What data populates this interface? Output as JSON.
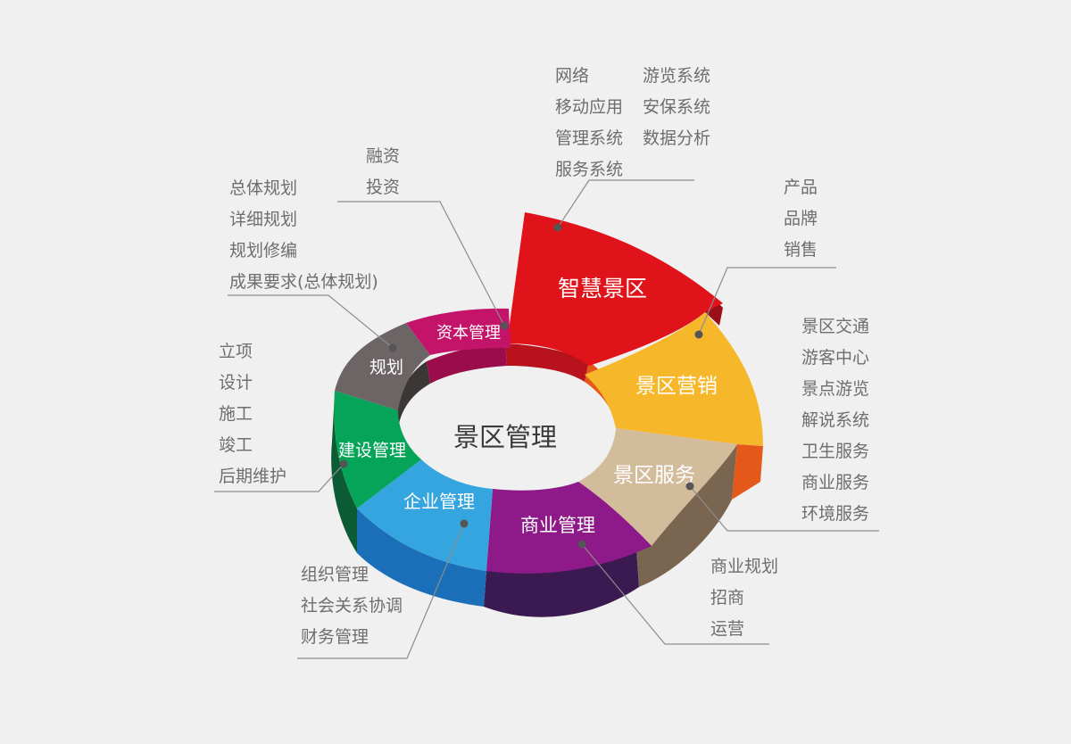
{
  "center_label": "景区管理",
  "colors": {
    "background": "#f1f0f1",
    "smart": "#e0121a",
    "marketing": "#f7b72a",
    "service": "#d3bc9b",
    "business": "#8d1a88",
    "enterprise": "#34a5df",
    "construction": "#06a459",
    "planning": "#6d6565",
    "capital": "#c4146a",
    "leader_line": "#8c8c8c",
    "text": "#6e6e6e"
  },
  "segments": {
    "smart": "智慧景区",
    "marketing": "景区营销",
    "service": "景区服务",
    "business": "商业管理",
    "enterprise": "企业管理",
    "construction": "建设管理",
    "planning": "规划",
    "capital": "资本管理"
  },
  "callouts": {
    "smart_col1": [
      "网络",
      "移动应用",
      "管理系统",
      "服务系统"
    ],
    "smart_col2": [
      "游览系统",
      "安保系统",
      "数据分析"
    ],
    "marketing": [
      "产品",
      "品牌",
      "销售"
    ],
    "service": [
      "景区交通",
      "游客中心",
      "景点游览",
      "解说系统",
      "卫生服务",
      "商业服务",
      "环境服务"
    ],
    "business": [
      "商业规划",
      "招商",
      "运营"
    ],
    "enterprise": [
      "组织管理",
      "社会关系协调",
      "财务管理"
    ],
    "construction": [
      "立项",
      "设计",
      "施工",
      "竣工",
      "后期维护"
    ],
    "planning": [
      "总体规划",
      "详细规划",
      "规划修编",
      "成果要求(总体规划)"
    ],
    "capital": [
      "融资",
      "投资"
    ]
  }
}
